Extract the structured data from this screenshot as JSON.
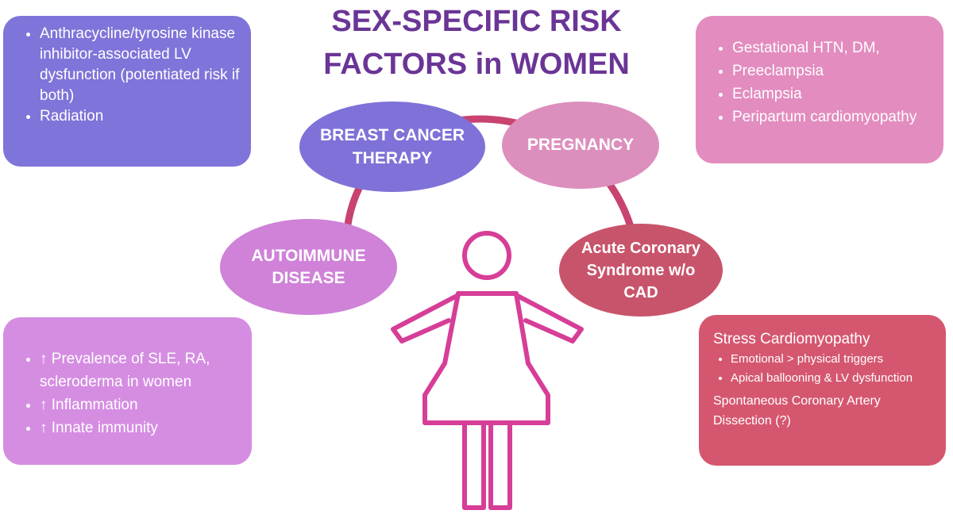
{
  "title": {
    "line1": "SEX-SPECIFIC RISK",
    "line2": "FACTORS in WOMEN"
  },
  "colors": {
    "title": "#6a3596",
    "breast_cancer": "#7e72d8",
    "pregnancy": "#dc8fbd",
    "autoimmune": "#cf82d8",
    "acs": "#c8546b",
    "figure": "#d63e97",
    "arc": "#c8436f"
  },
  "breast_cancer": {
    "oval": [
      "BREAST CANCER",
      "THERAPY"
    ],
    "items": [
      "Anthracycline/tyrosine kinase inhibitor-associated LV dysfunction (potentiated risk if both)",
      "Radiation"
    ]
  },
  "pregnancy": {
    "oval": "PREGNANCY",
    "items": [
      "Gestational HTN, DM,",
      "Preeclampsia",
      "Eclampsia",
      "Peripartum cardiomyopathy"
    ]
  },
  "autoimmune": {
    "oval": [
      "AUTOIMMUNE",
      "DISEASE"
    ],
    "items": [
      "↑ Prevalence of SLE, RA, scleroderma in women",
      "↑ Inflammation",
      "↑ Innate immunity"
    ]
  },
  "acs": {
    "oval": [
      "Acute Coronary",
      "Syndrome w/o",
      "CAD"
    ],
    "heading": "Stress Cardiomyopathy",
    "items": [
      "Emotional > physical triggers",
      "Apical ballooning & LV dysfunction"
    ],
    "tail": "Spontaneous Coronary Artery Dissection (?)"
  },
  "figure_icon": "woman-figure-icon"
}
